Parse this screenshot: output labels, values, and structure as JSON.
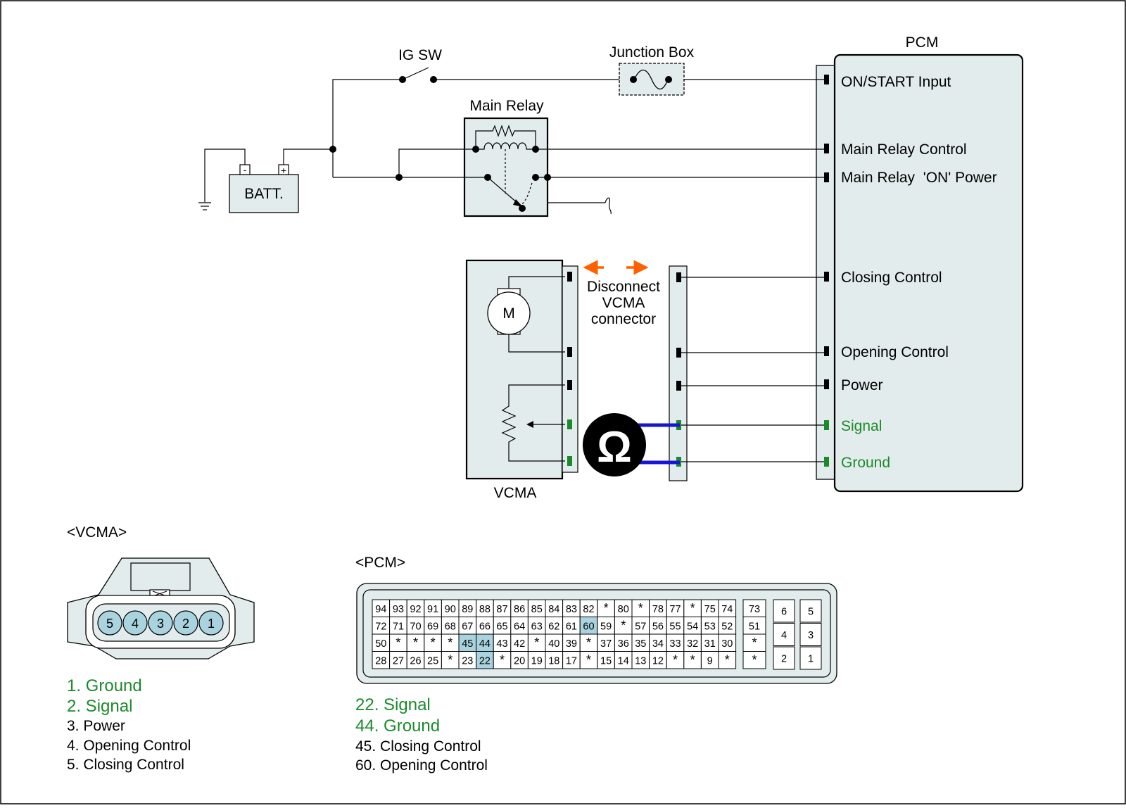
{
  "colors": {
    "fill": "#e3ecec",
    "line": "#000000",
    "green": "#1a8a2a",
    "blue": "#1515d6",
    "orange": "#ff6000",
    "pin_highlight": "#a9d3de"
  },
  "schematic": {
    "ig_sw": "IG SW",
    "junction_box": "Junction Box",
    "pcm": "PCM",
    "main_relay": "Main Relay",
    "battery": "BATT.",
    "batt_neg": "-",
    "batt_pos": "+",
    "motor": "M",
    "vcma": "VCMA",
    "disconnect": [
      "Disconnect",
      "VCMA",
      "connector"
    ],
    "ohm": "Ω",
    "pcm_pins": [
      {
        "label": "ON/START Input",
        "color": "black"
      },
      {
        "label": "Main Relay Control",
        "color": "black"
      },
      {
        "label": "Main Relay  'ON' Power",
        "color": "black"
      },
      {
        "label": "Closing Control",
        "color": "black"
      },
      {
        "label": "Opening Control",
        "color": "black"
      },
      {
        "label": "Power",
        "color": "black"
      },
      {
        "label": "Signal",
        "color": "green"
      },
      {
        "label": "Ground",
        "color": "green"
      }
    ]
  },
  "vcma_connector": {
    "title": "<VCMA>",
    "pins": [
      "5",
      "4",
      "3",
      "2",
      "1"
    ],
    "legend": [
      {
        "text": "1. Ground",
        "color": "green"
      },
      {
        "text": "2. Signal",
        "color": "green"
      },
      {
        "text": "3. Power",
        "color": "black"
      },
      {
        "text": "4. Opening Control",
        "color": "black"
      },
      {
        "text": "5. Closing Control",
        "color": "black"
      }
    ]
  },
  "pcm_connector": {
    "title": "<PCM>",
    "rows": [
      [
        "94",
        "93",
        "92",
        "91",
        "90",
        "89",
        "88",
        "87",
        "86",
        "85",
        "84",
        "83",
        "82",
        "*",
        "80",
        "*",
        "78",
        "77",
        "*",
        "75",
        "74"
      ],
      [
        "72",
        "71",
        "70",
        "69",
        "68",
        "67",
        "66",
        "65",
        "64",
        "63",
        "62",
        "61",
        "60",
        "59",
        "*",
        "57",
        "56",
        "55",
        "54",
        "53",
        "52"
      ],
      [
        "50",
        "*",
        "*",
        "*",
        "*",
        "45",
        "44",
        "43",
        "42",
        "*",
        "40",
        "39",
        "*",
        "37",
        "36",
        "35",
        "34",
        "33",
        "32",
        "31",
        "30"
      ],
      [
        "28",
        "27",
        "26",
        "25",
        "*",
        "23",
        "22",
        "*",
        "20",
        "19",
        "18",
        "17",
        "*",
        "15",
        "14",
        "13",
        "12",
        "*",
        "*",
        "9",
        "*"
      ]
    ],
    "extra_column": [
      "73",
      "51",
      "*",
      "*"
    ],
    "side_block": [
      [
        "6",
        "5"
      ],
      [
        "4",
        "3"
      ],
      [
        "2",
        "1"
      ]
    ],
    "highlighted_pins": [
      "60",
      "45",
      "44",
      "22"
    ],
    "legend": [
      {
        "text": "22. Signal",
        "color": "green"
      },
      {
        "text": "44. Ground",
        "color": "green"
      },
      {
        "text": "45. Closing Control",
        "color": "black"
      },
      {
        "text": "60. Opening Control",
        "color": "black"
      }
    ]
  }
}
